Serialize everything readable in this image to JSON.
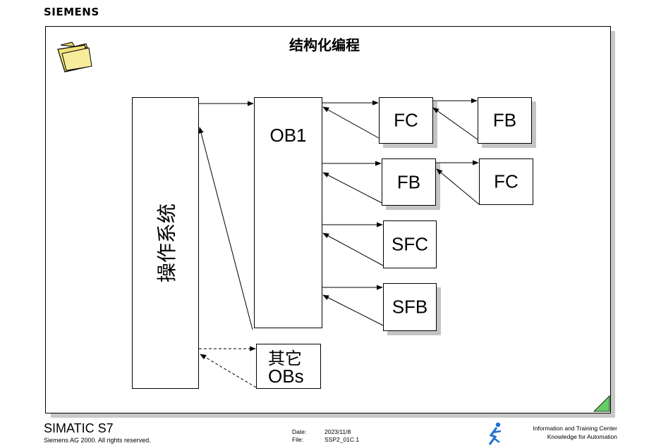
{
  "brand": "SIEMENS",
  "title": "结构化编程",
  "boxes": {
    "os": "操作系统",
    "ob1": "OB1",
    "other_line1": "其它",
    "other_line2": "OBs",
    "fc_top": "FC",
    "fb_top": "FB",
    "fb_mid": "FB",
    "fc_mid": "FC",
    "sfc": "SFC",
    "sfb": "SFB"
  },
  "footer": {
    "product": "SIMATIC S7",
    "copyright": "Siemens AG 2000.  All rights reserved.",
    "date_label": "Date:",
    "date_value": "2023/11/8",
    "file_label": "File:",
    "file_value": "SSP2_01C.1",
    "center_line1": "Information and Training  Center",
    "center_line2": "Knowledge   for Automation"
  },
  "colors": {
    "folder": "#f2e27a",
    "corner": "#66cc66"
  },
  "icons": [
    "folder-icon",
    "siemens-logo-icon"
  ]
}
